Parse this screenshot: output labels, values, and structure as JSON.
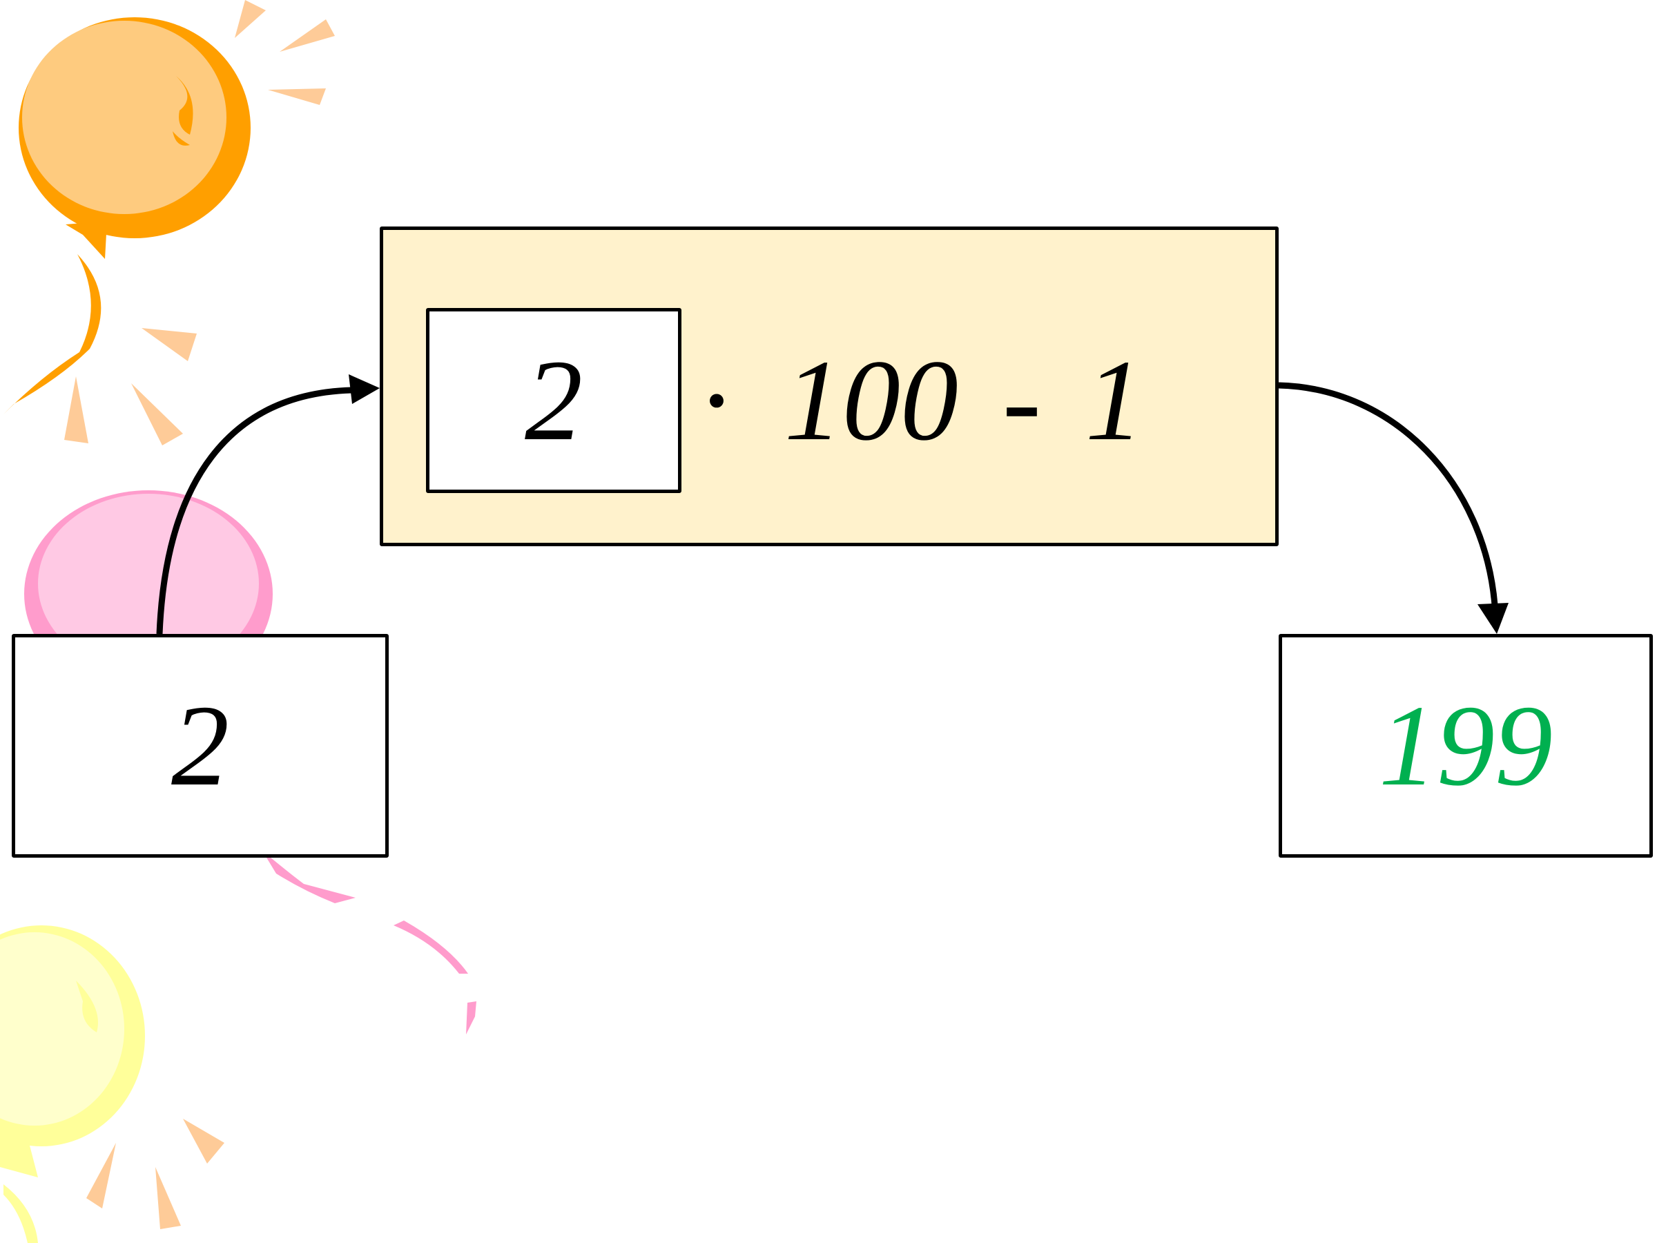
{
  "colors": {
    "formula_background": "#fff2cc",
    "result_text": "#00b050",
    "text": "#000000"
  },
  "decorations": [
    "orange-balloon",
    "pink-balloon",
    "yellow-balloon",
    "sparkle-rays"
  ],
  "diagram": {
    "input_value": "2",
    "formula": {
      "slot_value": "2",
      "operator": "·",
      "multiplier": "100",
      "minus": "-",
      "subtrahend": "1"
    },
    "output_value": "199"
  }
}
